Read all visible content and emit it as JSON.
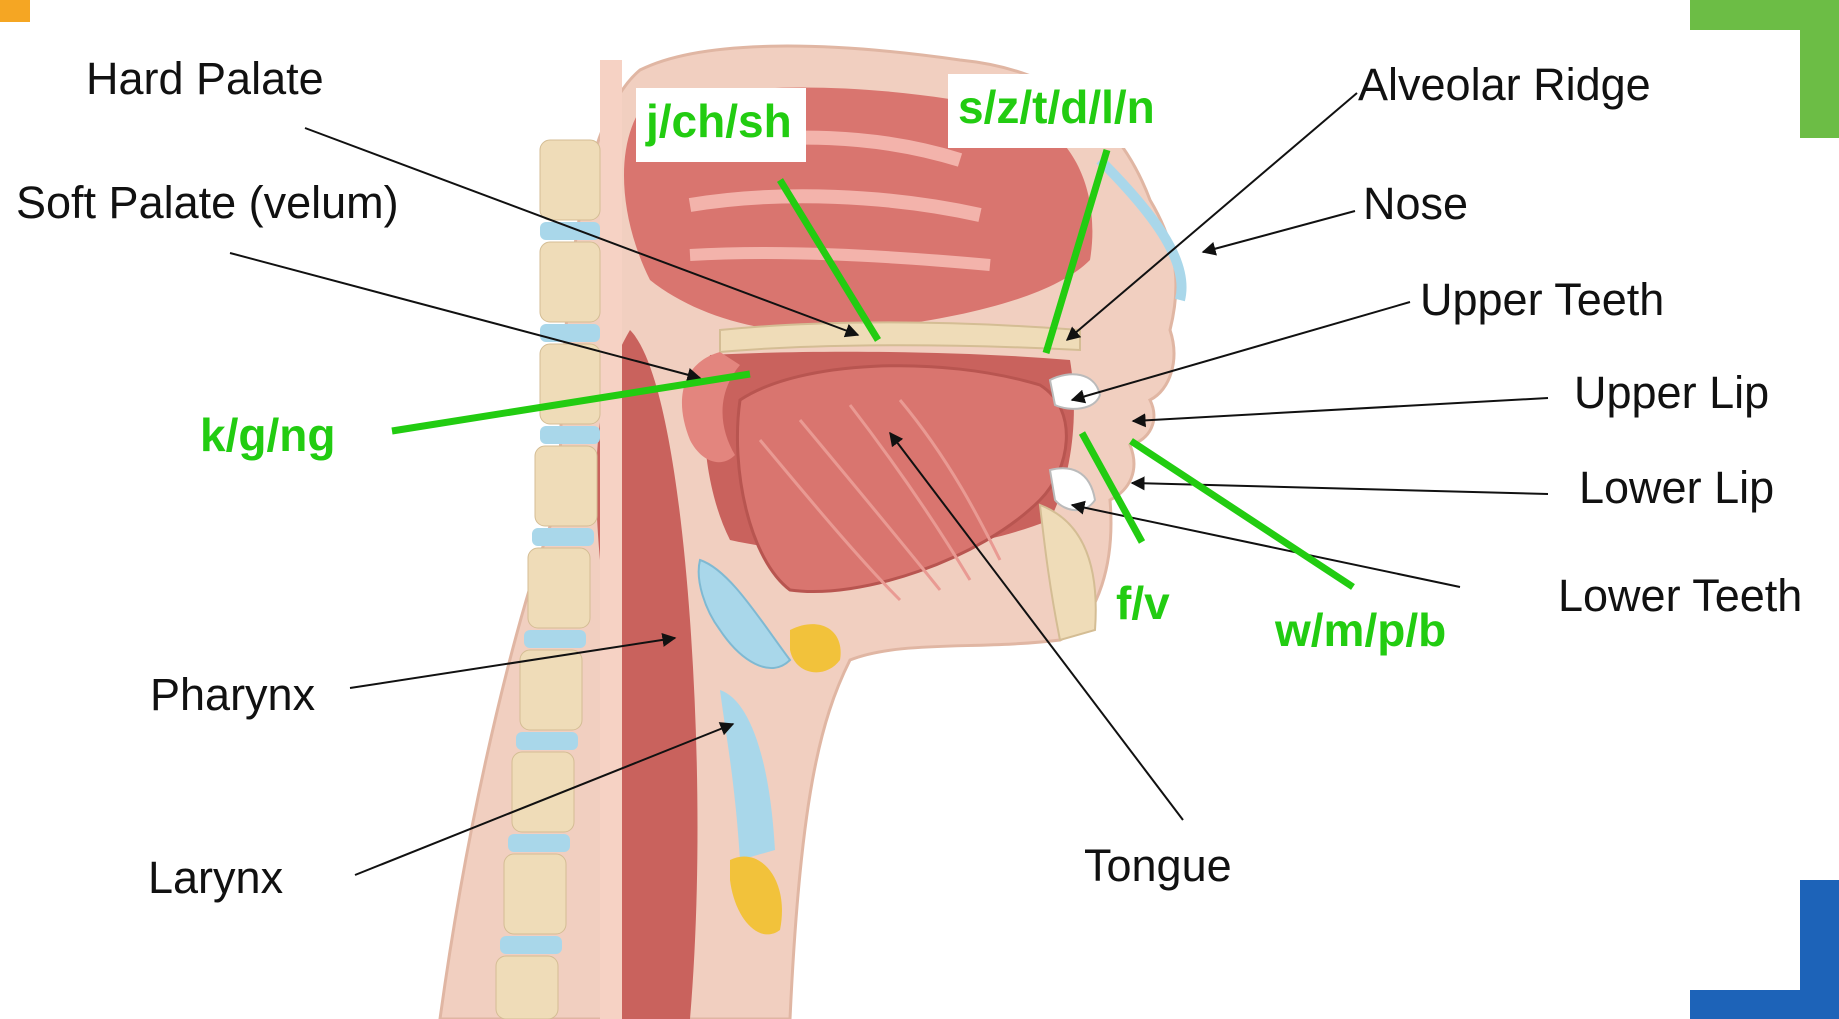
{
  "colors": {
    "label_text": "#111111",
    "sound_text": "#22cc11",
    "leader_line": "#111111",
    "flesh": "#d9756f",
    "bone": "#efdcb8",
    "disc": "#a9d7ea",
    "corner_orange": "#f5a623",
    "corner_green": "#6cbd45",
    "corner_blue": "#1d63b8"
  },
  "labels": {
    "hard_palate": "Hard Palate",
    "soft_palate": "Soft Palate (velum)",
    "pharynx": "Pharynx",
    "larynx": "Larynx",
    "tongue": "Tongue",
    "alveolar_ridge": "Alveolar Ridge",
    "nose": "Nose",
    "upper_teeth": "Upper Teeth",
    "upper_lip": "Upper Lip",
    "lower_lip": "Lower Lip",
    "lower_teeth": "Lower Teeth"
  },
  "sounds": {
    "palatal": "j/ch/sh",
    "alveolar": "s/z/t/d/l/n",
    "velar": "k/g/ng",
    "labiodental": "f/v",
    "bilabial": "w/m/p/b"
  }
}
